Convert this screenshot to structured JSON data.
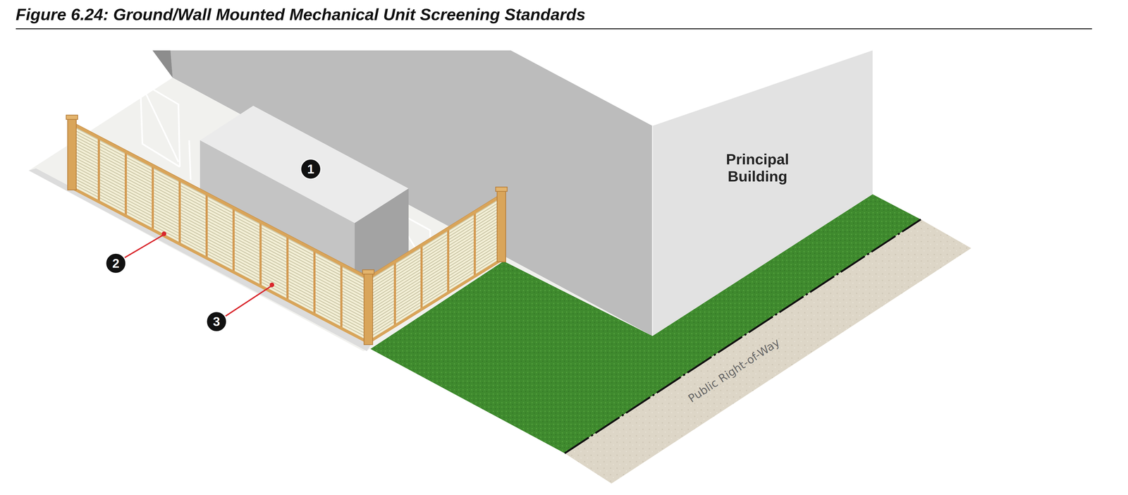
{
  "diagram": {
    "title": "Figure 6.24: Ground/Wall Mounted Mechanical Unit Screening Standards",
    "nodes": [
      {
        "text": [
          "Principal Building"
        ]
      }
    ],
    "labels": [
      "1",
      "2",
      "3",
      "Public Right-of-Way"
    ]
  }
}
